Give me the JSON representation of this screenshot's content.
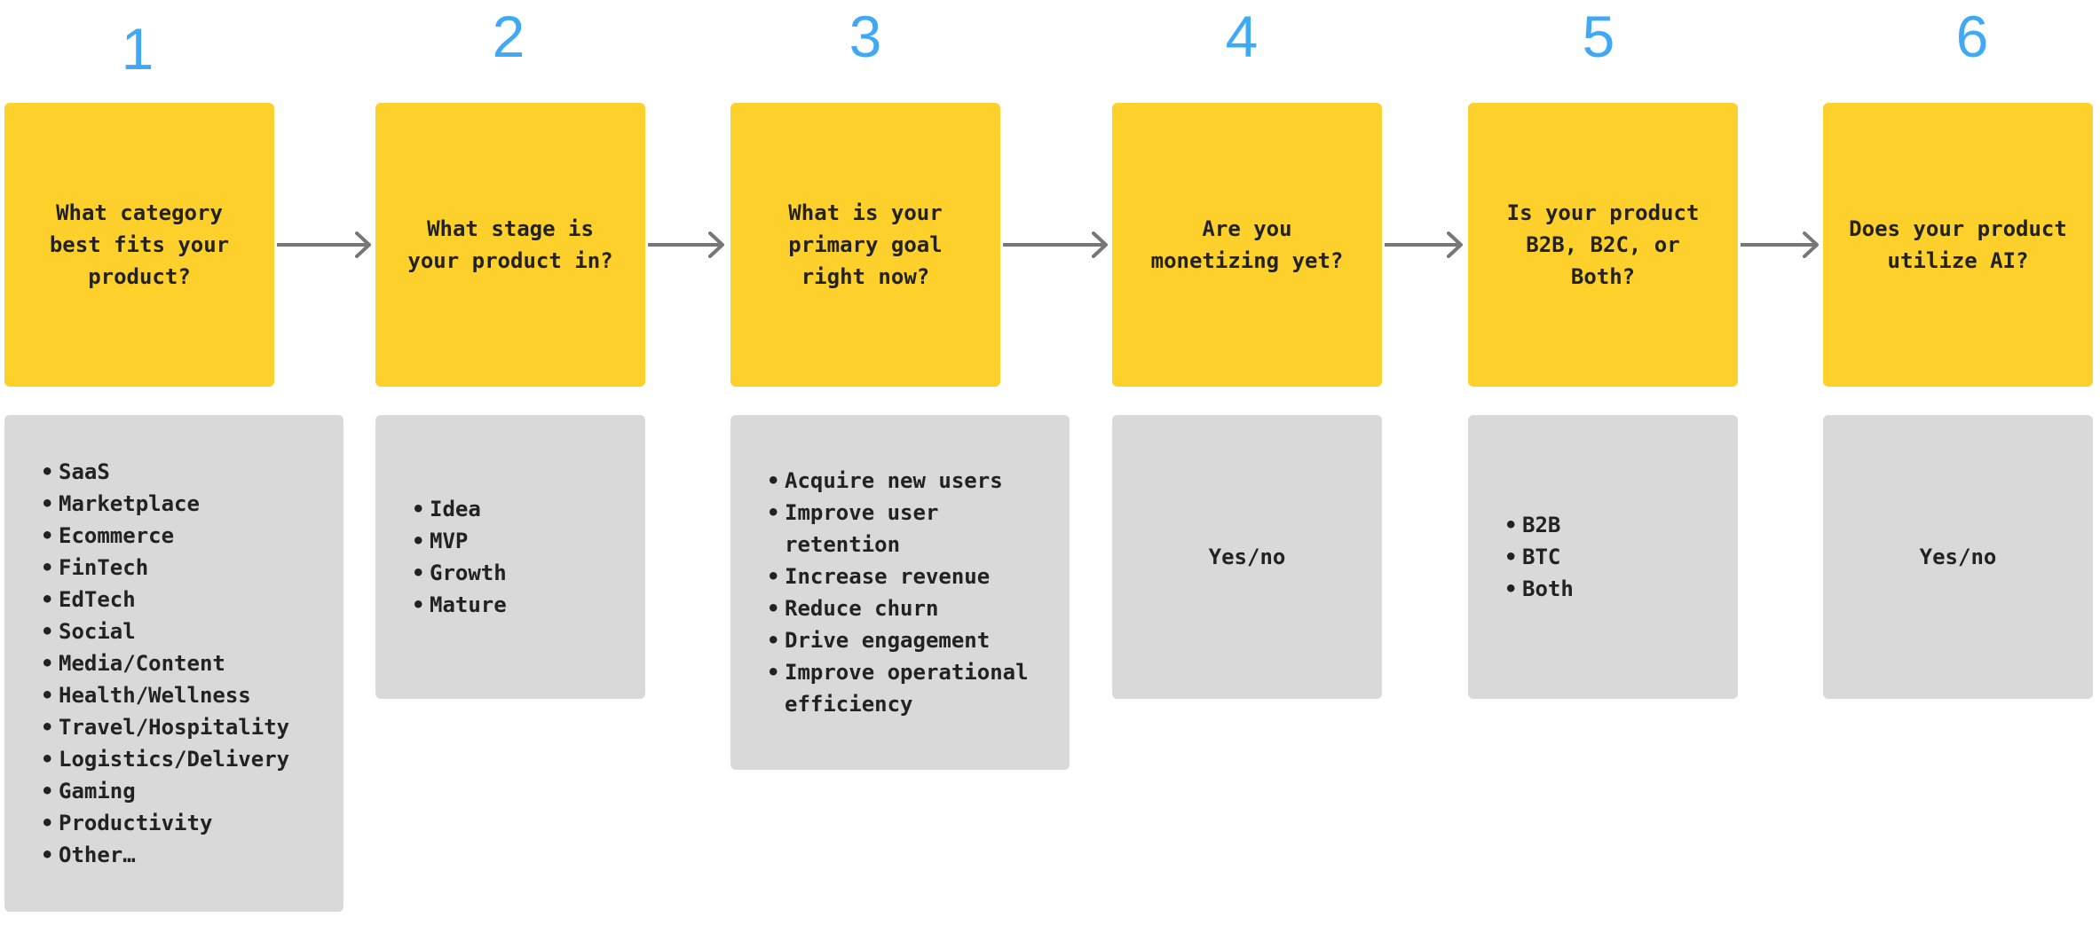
{
  "steps": [
    {
      "number": "1",
      "question": "What category\nbest fits your\nproduct?",
      "answers": [
        "SaaS",
        "Marketplace",
        "Ecommerce",
        "FinTech",
        "EdTech",
        "Social",
        "Media/Content",
        "Health/Wellness",
        "Travel/Hospitality",
        "Logistics/Delivery",
        "Gaming",
        "Productivity",
        "Other…"
      ]
    },
    {
      "number": "2",
      "question": "What stage is\nyour product in?",
      "answers": [
        "Idea",
        "MVP",
        "Growth",
        "Mature"
      ]
    },
    {
      "number": "3",
      "question": "What is your\nprimary goal\nright now?",
      "answers": [
        "Acquire new users",
        "Improve user",
        "retention",
        "Increase revenue",
        "Reduce churn",
        "Drive engagement",
        "Improve operational",
        "efficiency"
      ]
    },
    {
      "number": "4",
      "question": "Are you\nmonetizing yet?",
      "answer_text": "Yes/no"
    },
    {
      "number": "5",
      "question": "Is your product\nB2B, B2C, or\nBoth?",
      "answers": [
        "B2B",
        "BTC",
        "Both"
      ]
    },
    {
      "number": "6",
      "question": "Does your product\nutilize AI?",
      "answer_text": "Yes/no"
    }
  ],
  "colors": {
    "number": "#3fa9f5",
    "question_box": "#fdd02c",
    "answer_box": "#d9d9d9",
    "arrow": "#777777"
  },
  "icons": {
    "connector": "arrow-right-icon"
  }
}
